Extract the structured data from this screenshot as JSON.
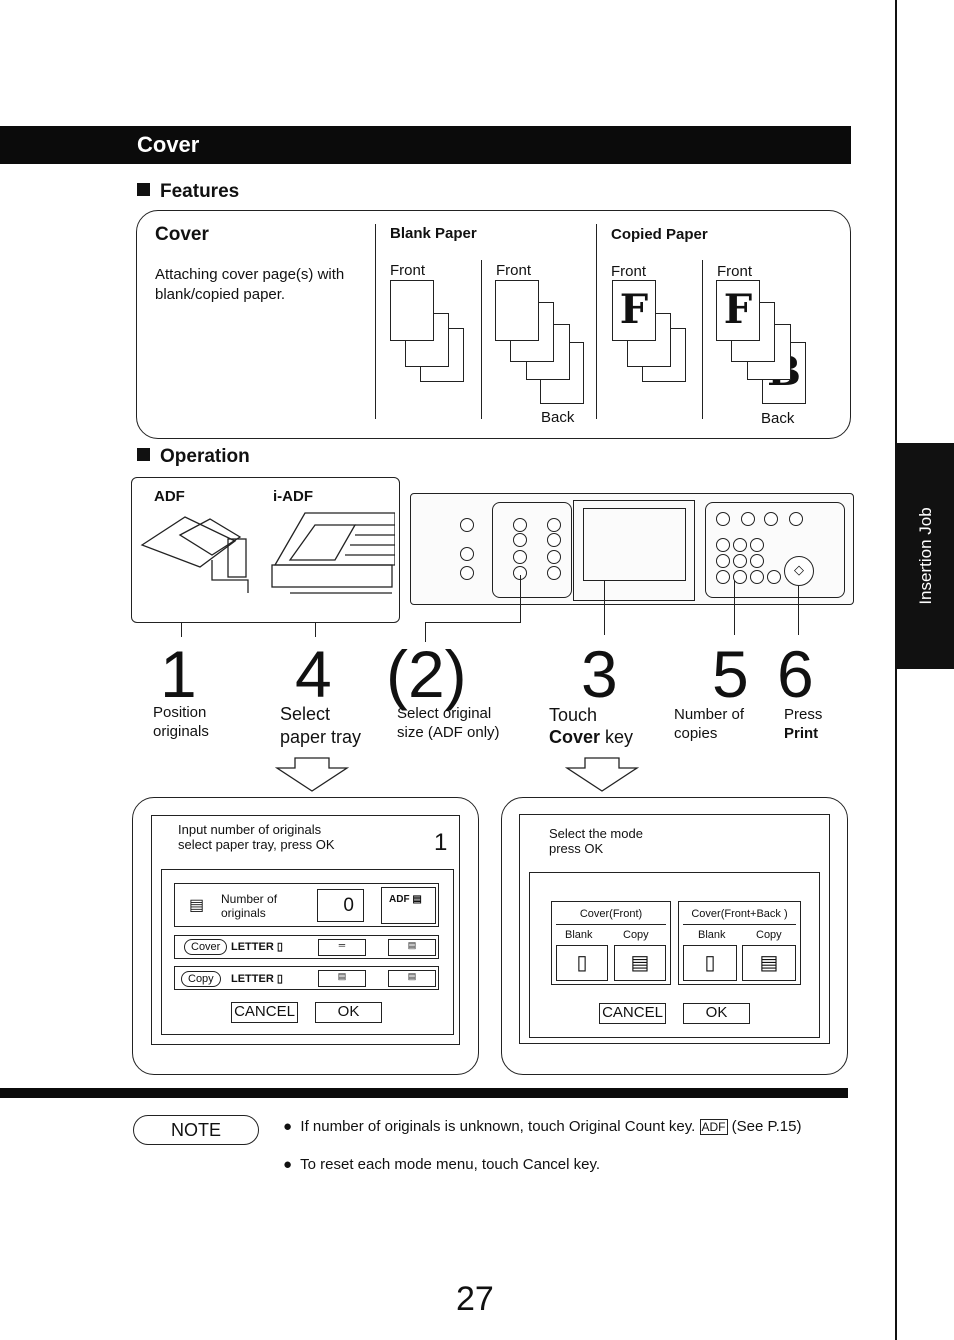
{
  "header": {
    "title": "Cover",
    "side_tab": "Insertion Job"
  },
  "features": {
    "heading": "Features",
    "cover_title": "Cover",
    "cover_desc_1": "Attaching cover page(s) with",
    "cover_desc_2": "blank/copied paper.",
    "blank_paper": "Blank Paper",
    "copied_paper": "Copied Paper",
    "front": "Front",
    "back": "Back"
  },
  "operation": {
    "heading": "Operation",
    "adf": "ADF",
    "iadf": "i-ADF",
    "steps": [
      {
        "num": "1",
        "text1": "Position",
        "text2": "originals"
      },
      {
        "num": "4",
        "text1": "Select",
        "text2": "paper tray"
      },
      {
        "num": "(2)",
        "text1": "Select original",
        "text2": "size (ADF only)"
      },
      {
        "num": "3",
        "text1": "Touch",
        "text2_bold": "Cover",
        "text2_rest": " key"
      },
      {
        "num": "5",
        "text1": "Number of",
        "text2": "copies"
      },
      {
        "num": "6",
        "text1": "Press",
        "text2": "Print"
      }
    ]
  },
  "screen_left": {
    "prompt1": "Input number of originals",
    "prompt2": "select paper tray, press OK",
    "count": "1",
    "num_label1": "Number of",
    "num_label2": "originals",
    "num_value": "0",
    "adf_label": "ADF",
    "cover_btn": "Cover",
    "copy_btn": "Copy",
    "letter": "LETTER",
    "cancel": "CANCEL",
    "ok": "OK"
  },
  "screen_right": {
    "prompt1": "Select the mode",
    "prompt2": "press OK",
    "mode1": "Cover(Front)",
    "mode2": "Cover(Front+Back )",
    "blank": "Blank",
    "copy": "Copy",
    "cancel": "CANCEL",
    "ok": "OK"
  },
  "notes": {
    "label": "NOTE",
    "n1": "If number of originals is unknown, touch Original Count key.",
    "n1_tag": "ADF",
    "n1_ref": "(See P.15)",
    "n2": "To reset each mode menu, touch Cancel key."
  },
  "page_number": "27"
}
